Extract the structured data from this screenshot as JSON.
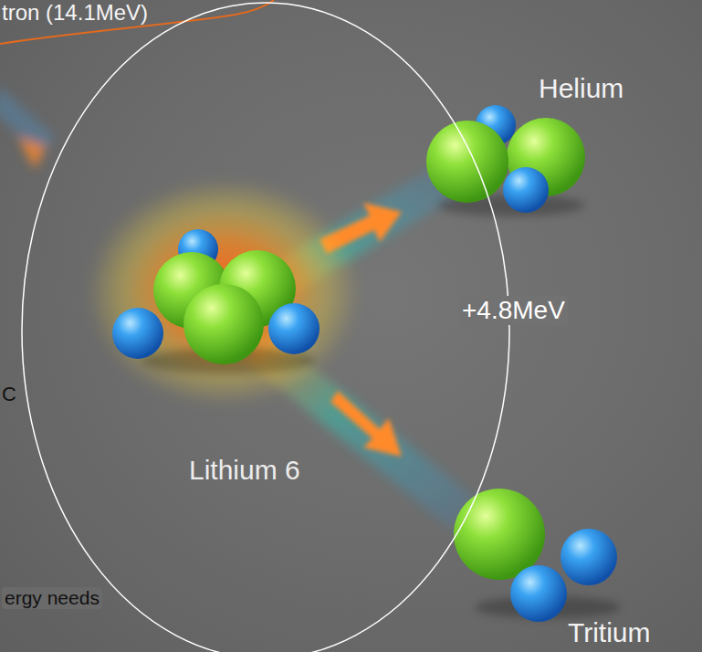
{
  "diagram": {
    "nodes": [
      {
        "text": [
          "Lithium 6"
        ]
      }
    ],
    "labels": [
      "tron (14.1MeV)",
      "Helium",
      "+4.8MeV",
      "C",
      "ergy needs",
      "Tritium"
    ]
  }
}
